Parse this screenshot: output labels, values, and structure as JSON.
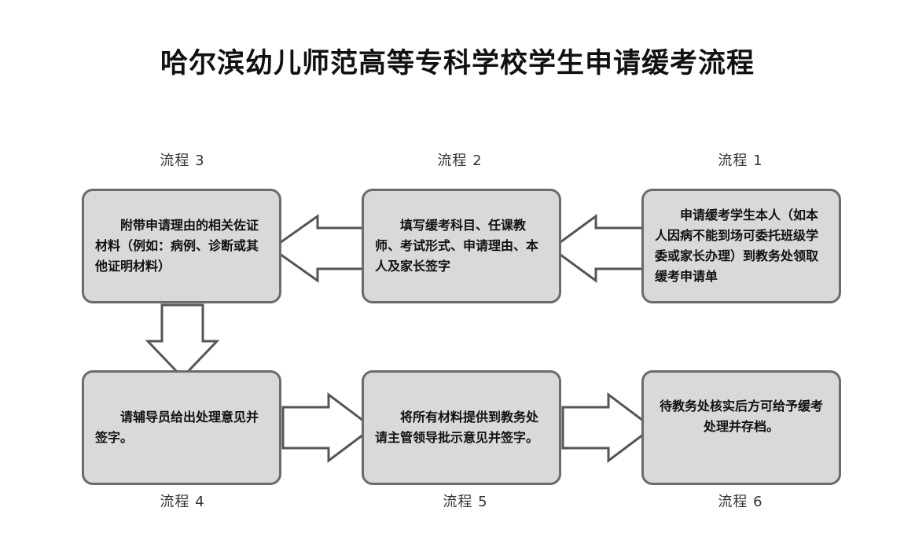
{
  "title": "哈尔滨幼儿师范高等专科学校学生申请缓考流程",
  "steps": [
    {
      "label": "流程 1",
      "text": "申请缓考学生本人（如本人因病不能到场可委托班级学委或家长办理）到教务处领取缓考申请单"
    },
    {
      "label": "流程 2",
      "text": "填写缓考科目、任课教师、考试形式、申请理由、本人及家长签字"
    },
    {
      "label": "流程 3",
      "text": "附带申请理由的相关佐证材料（例如：病例、诊断或其他证明材料）"
    },
    {
      "label": "流程 4",
      "text": "请辅导员给出处理意见并签字。"
    },
    {
      "label": "流程 5",
      "text": "将所有材料提供到教务处请主管领导批示意见并签字。"
    },
    {
      "label": "流程 6",
      "text": "待教务处核实后方可给予缓考处理并存档。"
    }
  ]
}
